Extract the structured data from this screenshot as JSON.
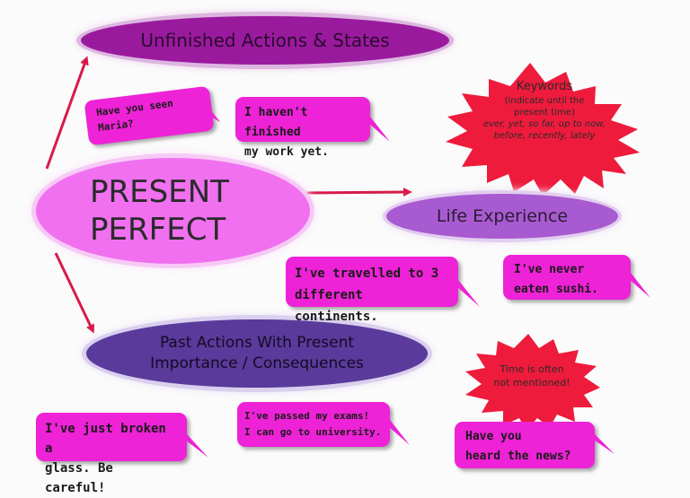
{
  "colors": {
    "central": "#f070f0",
    "unfinished": "#9a1a9e",
    "life": "#a85ad0",
    "past": "#5a3a9a",
    "bubble": "#ee22d6",
    "burst": "#ee1b3c",
    "arrow": "#d81a4a"
  },
  "central": {
    "line1": "PRESENT",
    "line2": "PERFECT"
  },
  "uses": {
    "unfinished": "Unfinished Actions & States",
    "life": "Life Experience",
    "past_line1": "Past Actions With Present",
    "past_line2": "Importance / Consequences"
  },
  "keywords": {
    "title": "Keywords",
    "sub1": "(indicate until the",
    "sub2": "present time)",
    "list1": "ever, yet, so far, up to now,",
    "list2": "before, recently, lately"
  },
  "note": {
    "line1": "Time is often",
    "line2": "not mentioned!"
  },
  "examples": {
    "maria": "Have you seen\nMaria?",
    "work": "I haven't finished\nmy work yet.",
    "travel": "I've travelled to 3\ndifferent continents.",
    "sushi": "I've never\neaten sushi.",
    "glass": "I've just broken a\nglass. Be careful!",
    "exams": "I've passed my exams!\nI can go to university.",
    "news": "Have you\nheard the news?"
  }
}
